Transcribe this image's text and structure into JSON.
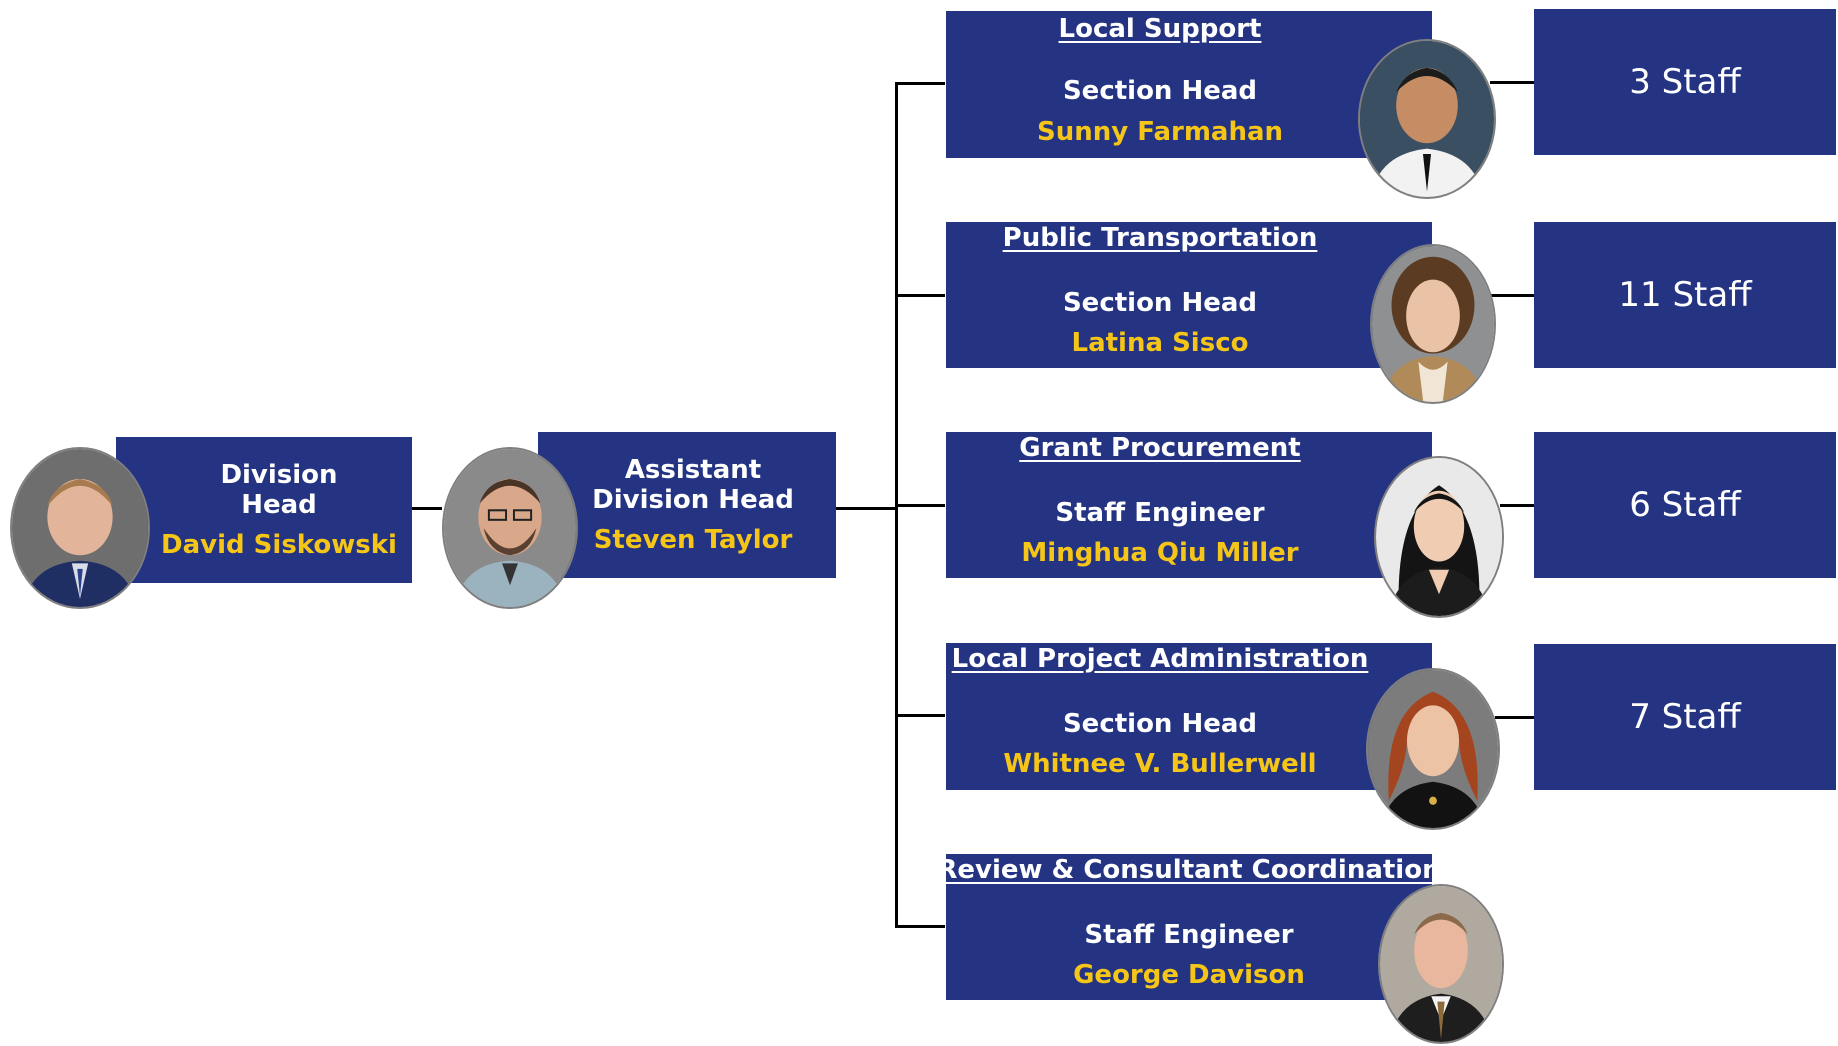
{
  "colors": {
    "box_background": "#243482",
    "name_accent": "#F5C518",
    "title_text": "#FFFFFF",
    "connector": "#000000"
  },
  "division_head": {
    "title_line1": "Division",
    "title_line2": "Head",
    "name": "David Siskowski",
    "photo_icon": "portrait-photo"
  },
  "assistant_head": {
    "title_line1": "Assistant",
    "title_line2": "Division Head",
    "name": "Steven Taylor",
    "photo_icon": "portrait-photo"
  },
  "sections": [
    {
      "title": "Local Support",
      "role": "Section Head",
      "name": "Sunny Farmahan",
      "staff": "3 Staff"
    },
    {
      "title": "Public Transportation",
      "role": "Section Head",
      "name": "Latina Sisco",
      "staff": "11 Staff"
    },
    {
      "title": "Grant Procurement",
      "role": "Staff Engineer",
      "name": "Minghua Qiu Miller",
      "staff": "6 Staff"
    },
    {
      "title": "Local Project Administration",
      "role": "Section Head",
      "name": "Whitnee V. Bullerwell",
      "staff": "7 Staff"
    },
    {
      "title": "Review & Consultant Coordination",
      "role": "Staff Engineer",
      "name": "George Davison"
    }
  ]
}
